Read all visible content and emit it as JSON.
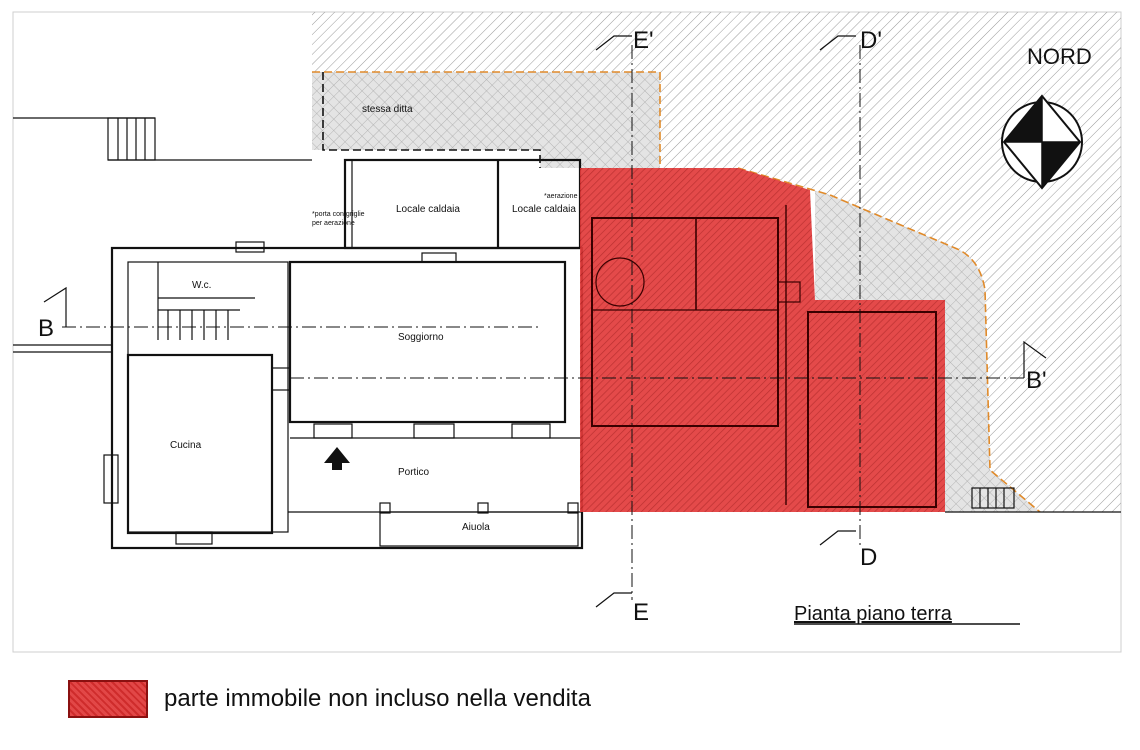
{
  "plan": {
    "title": "Pianta piano terra",
    "north_label": "NORD",
    "sections": {
      "b": "B",
      "b_prime": "B'",
      "d": "D",
      "d_prime": "D'",
      "e": "E",
      "e_prime": "E'"
    },
    "rooms": {
      "stessa_ditta": "stessa ditta",
      "locale_caldaia_1": "Locale caldaia",
      "locale_caldaia_2": "Locale caldaia",
      "wc": "W.c.",
      "soggiorno": "Soggiorno",
      "cucina": "Cucina",
      "portico": "Portico",
      "aiuola": "Aiuola"
    },
    "notes": {
      "porta_line1": "*porta con griglie",
      "porta_line2": "per aerazione",
      "aerazione": "*aerazione"
    }
  },
  "legend": {
    "label": "parte immobile non incluso nella vendita",
    "color": "#d93030"
  },
  "colors": {
    "excluded_fill": "#d93030",
    "boundary": "#e08a2a",
    "hatch": "#888888"
  }
}
